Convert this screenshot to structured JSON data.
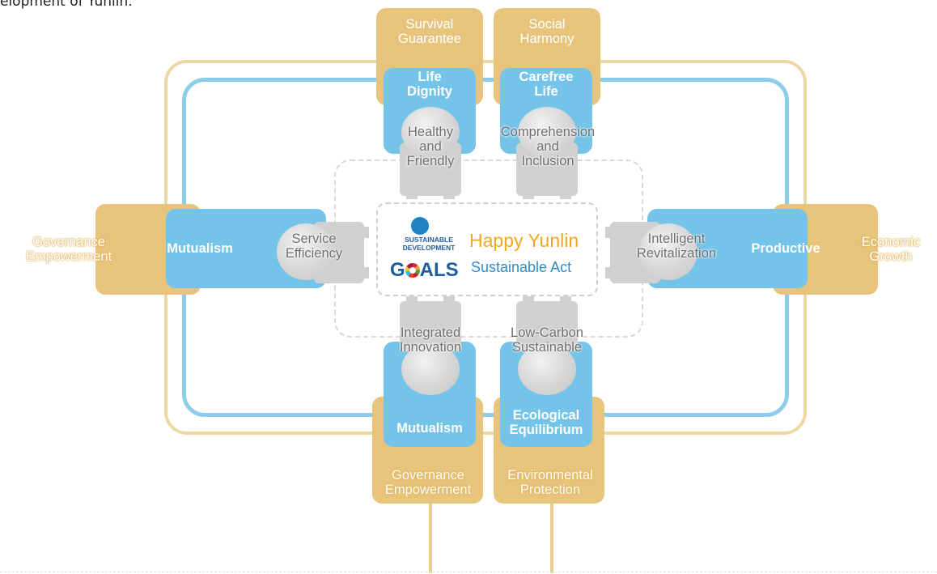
{
  "intro_text": "elopment of Yunlin.",
  "center": {
    "sdg_line1": "SUSTAINABLE",
    "sdg_line2": "DEVELOPMENT",
    "sdg_goals_pre": "G",
    "sdg_goals_post": "ALS",
    "title": "Happy Yunlin",
    "subtitle": "Sustainable Act"
  },
  "top_left": {
    "outer": "Survival\nGuarantee",
    "blue": "Life\nDignity",
    "inner": "Healthy\nand\nFriendly"
  },
  "top_right": {
    "outer": "Social\nHarmony",
    "blue": "Carefree\nLife",
    "inner": "Comprehension\nand\nInclusion"
  },
  "left": {
    "outer": "Governance\nEmpowerment",
    "blue": "Mutualism",
    "inner": "Service\nEfficiency"
  },
  "right": {
    "outer": "Economic\nGrowth",
    "blue": "Productive",
    "inner": "Intelligent\nRevitalization"
  },
  "bottom_left": {
    "outer": "Governance\nEmpowerment",
    "blue": "Mutualism",
    "inner": "Integrated\nInnovation"
  },
  "bottom_right": {
    "outer": "Environmental\nProtection",
    "blue": "Ecological\nEquilibrium",
    "inner": "Low-Carbon\nSustainable"
  },
  "colors": {
    "gold": "#e7c47b",
    "blue": "#74c3e8",
    "gray": "#d0d0d0"
  }
}
